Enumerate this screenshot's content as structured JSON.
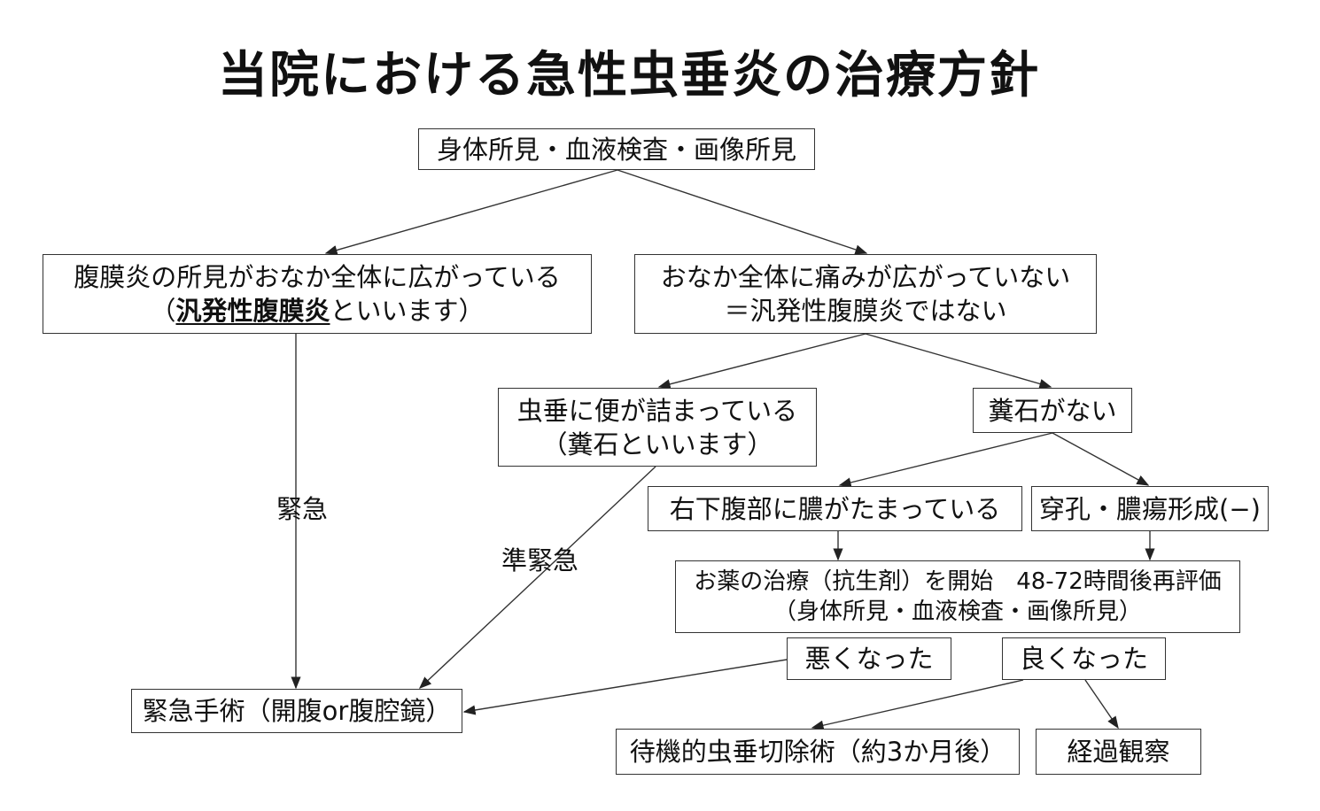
{
  "title": "当院における急性虫垂炎の治療方針",
  "nodes": {
    "start": "身体所見・血液検査・画像所見",
    "diffuse_line1": "腹膜炎の所見がおなか全体に広がっている",
    "diffuse_open": "（",
    "diffuse_term": "汎発性腹膜炎",
    "diffuse_close": "といいます）",
    "local_line1": "おなか全体に痛みが広がっていない",
    "local_line2": "＝汎発性腹膜炎ではない",
    "fecalith_line1": "虫垂に便が詰まっている",
    "fecalith_line2": "（糞石といいます）",
    "no_fecalith": "糞石がない",
    "abscess": "右下腹部に膿がたまっている",
    "no_perforation": "穿孔・膿瘍形成(−)",
    "antibiotics_line1": "お薬の治療（抗生剤）を開始　48-72時間後再評価",
    "antibiotics_line2": "（身体所見・血液検査・画像所見）",
    "worse": "悪くなった",
    "better": "良くなった",
    "emergency_surgery": "緊急手術（開腹or腹腔鏡）",
    "interval_appendectomy": "待機的虫垂切除術（約3か月後）",
    "observation": "経過観察"
  },
  "edge_labels": {
    "emergency": "緊急",
    "semi_emergency": "準緊急"
  }
}
